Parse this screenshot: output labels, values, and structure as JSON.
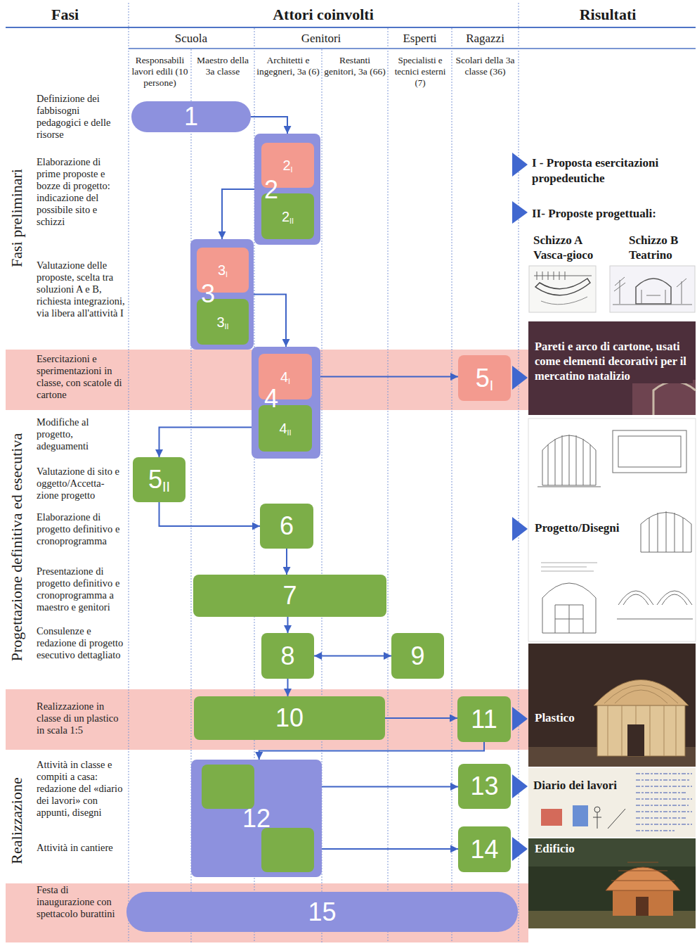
{
  "diagram": {
    "nodes": [
      {
        "text": [
          "1"
        ]
      },
      {
        "text": [
          "2"
        ]
      },
      {
        "text": [
          "2I"
        ],
        "in": 1
      },
      {
        "text": [
          "2II"
        ],
        "in": 1
      },
      {
        "text": [
          "3"
        ]
      },
      {
        "text": [
          "3I"
        ],
        "in": 4
      },
      {
        "text": [
          "3II"
        ],
        "in": 4
      },
      {
        "text": [
          "4"
        ]
      },
      {
        "text": [
          "4I"
        ],
        "in": 7
      },
      {
        "text": [
          "4II"
        ],
        "in": 7
      },
      {
        "text": [
          "5I"
        ]
      },
      {
        "text": [
          "5II"
        ]
      },
      {
        "text": [
          "6"
        ]
      },
      {
        "text": [
          "7"
        ]
      },
      {
        "text": [
          "8"
        ]
      },
      {
        "text": [
          "9"
        ]
      },
      {
        "text": [
          "10"
        ]
      },
      {
        "text": [
          "11"
        ]
      },
      {
        "text": [
          "12"
        ]
      },
      {
        "text": [
          "13"
        ]
      },
      {
        "text": [
          "14"
        ]
      },
      {
        "text": [
          "15"
        ]
      }
    ],
    "edges": [
      {
        "from": 0,
        "to": 1,
        "arrow": "to"
      },
      {
        "from": 1,
        "to": 4,
        "arrow": "to"
      },
      {
        "from": 4,
        "to": 7,
        "arrow": "to"
      },
      {
        "from": 8,
        "to": 10,
        "arrow": "to"
      },
      {
        "from": 7,
        "to": 11,
        "arrow": "to"
      },
      {
        "from": 11,
        "to": 12,
        "arrow": "to"
      },
      {
        "from": 12,
        "to": 13,
        "arrow": "to"
      },
      {
        "from": 13,
        "to": 14,
        "arrow": "to"
      },
      {
        "from": 14,
        "to": 15,
        "arrow": "both"
      },
      {
        "from": 14,
        "to": 16,
        "arrow": "to"
      },
      {
        "from": 16,
        "to": 17,
        "arrow": "to"
      },
      {
        "from": 17,
        "to": 18,
        "arrow": "to"
      },
      {
        "from": 18,
        "to": 19,
        "arrow": "to"
      },
      {
        "from": 18,
        "to": 20,
        "arrow": "to"
      }
    ],
    "labels": [
      "Fasi",
      "Attori coinvolti",
      "Risultati",
      "Scuola",
      "Genitori",
      "Esperti",
      "Ragazzi",
      "Responsabili lavori edili (10 persone)",
      "Maestro della 3a classe",
      "Architetti e ingegneri, 3a (6)",
      "Restanti genitori, 3a (66)",
      "Specialisti e tecnici esterni (7)",
      "Scolari della 3a classe (36)",
      "Fasi preliminari",
      "Progettazione definitiva ed esecutiva",
      "Realizzazione",
      "Definizione dei fabbisogni pedagogici e delle risorse",
      "Elaborazione di prime proposte e bozze di progetto: indicazione del possibile sito e schizzi",
      "Valutazione delle proposte, scelta tra soluzioni A e B, richiesta integrazioni, via libera all'attività I",
      "Esercitazioni e sperimentazioni in classe, con scatole di cartone",
      "Modifiche al progetto, adeguamenti",
      "Valutazione di sito e oggetto/Accetta- zione progetto",
      "Elaborazione di progetto definitivo e cronoprogramma",
      "Presentazione di progetto definitivo e cronoprogramma a maestro e genitori",
      "Consulenze e redazione di progetto esecutivo dettagliato",
      "Realizzazione in classe di un plastico in scala 1:5",
      "Attività in classe e compiti a casa: redazione del «diario dei lavori» con appunti, disegni",
      "Attività in cantiere",
      "Festa di inaugurazione con spettacolo burattini",
      "I - Proposta esercitazioni propedeutiche",
      "II- Proposte progettuali:",
      "Schizzo A Vasca-gioco",
      "Schizzo B Teatrino",
      "Pareti e arco di cartone, usati come elementi decorativi per il mercatino natalizio",
      "Progetto/Disegni",
      "Plastico",
      "Diario dei lavori",
      "Edificio"
    ]
  }
}
